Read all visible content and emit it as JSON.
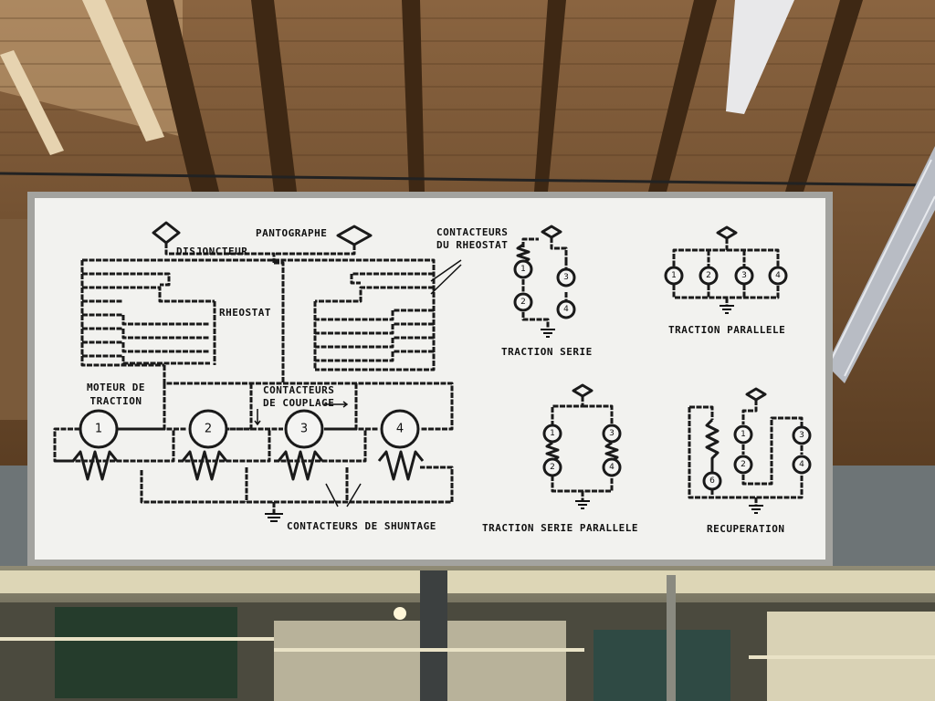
{
  "board": {
    "labels": {
      "pantographe": "PANTOGRAPHE",
      "disjoncteur": "DISJONCTEUR",
      "contacteurs_rheostat_1": "CONTACTEURS",
      "contacteurs_rheostat_2": "DU RHEOSTAT",
      "rheostat": "RHEOSTAT",
      "moteur_1": "MOTEUR DE",
      "moteur_2": "TRACTION",
      "couplage_1": "CONTACTEURS",
      "couplage_2": "DE COUPLAGE",
      "shuntage": "CONTACTEURS DE SHUNTAGE",
      "traction_serie": "TRACTION SERIE",
      "traction_parallele": "TRACTION PARALLELE",
      "traction_serie_parallele": "TRACTION SERIE PARALLELE",
      "recuperation": "RECUPERATION"
    },
    "motors": [
      "1",
      "2",
      "3",
      "4"
    ],
    "serie_motors": [
      "1",
      "2",
      "3",
      "4"
    ],
    "parallele_motors": [
      "1",
      "2",
      "3",
      "4"
    ],
    "serie_parallele_motors": [
      "1",
      "2",
      "3",
      "4"
    ],
    "recuperation_motors": [
      "6",
      "1",
      "2",
      "3",
      "4"
    ]
  },
  "colors": {
    "board": "#f2f2ef",
    "frame": "#9a9a96",
    "ink": "#1a1a1a",
    "ceiling": "#6b4a2c"
  }
}
